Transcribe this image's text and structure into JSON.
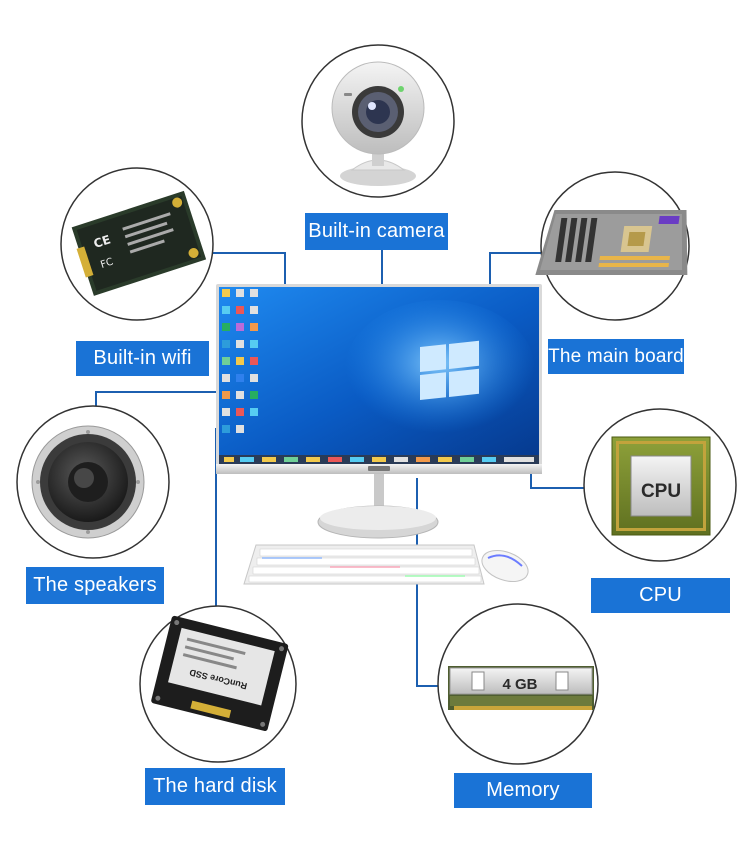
{
  "labels": {
    "camera": "Built-in camera",
    "wifi": "Built-in wifi",
    "mainboard": "The main board",
    "speakers": "The speakers",
    "cpu": "CPU",
    "harddisk": "The hard disk",
    "memory": "Memory"
  },
  "component_text": {
    "cpu_chip": "CPU",
    "memory_module": "4 GB",
    "ssd_brand": "RunCore SSD"
  },
  "colors": {
    "label_bg": "#1a73d6",
    "label_text": "#ffffff",
    "connector": "#1c5fb0",
    "circle_border": "#333333",
    "desktop_blue": "#0a5bc4"
  },
  "icons": [
    "webcam-icon",
    "wifi-card-icon",
    "motherboard-icon",
    "speaker-icon",
    "cpu-chip-icon",
    "ssd-icon",
    "ram-module-icon",
    "windows-logo-icon",
    "keyboard-icon",
    "mouse-icon"
  ]
}
